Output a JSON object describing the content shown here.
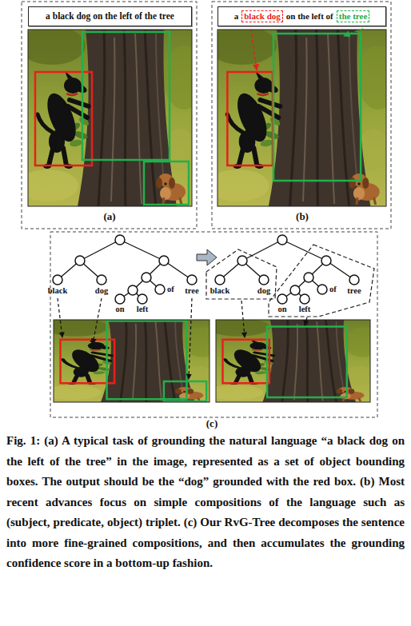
{
  "diagram": {
    "caption": "Fig. 1: (a) A typical task of grounding the natural language “a black dog on the left of the tree” in the image, represented as a set of object bounding boxes. The output should be the “dog” grounded with the red box. (b) Most recent advances focus on simple compositions of the language such as (subject, predicate, object) triplet. (c) Our RvG-Tree decomposes the sentence into more fine-grained compositions, and then accumulates the grounding confidence score in a bottom-up fashion.",
    "nodes": [
      {
        "text": [
          "a black dog on the left of the tree"
        ]
      },
      {
        "text": [
          "a",
          "on the left of"
        ]
      },
      {
        "text": [
          "black dog"
        ],
        "in": 1
      },
      {
        "text": [
          "the tree"
        ],
        "in": 1
      }
    ],
    "labels": [
      "(a)",
      "(b)",
      "black",
      "dog",
      "on",
      "left",
      "of",
      "tree",
      "black",
      "dog",
      "on",
      "left",
      "of",
      "tree",
      "(c)"
    ]
  }
}
